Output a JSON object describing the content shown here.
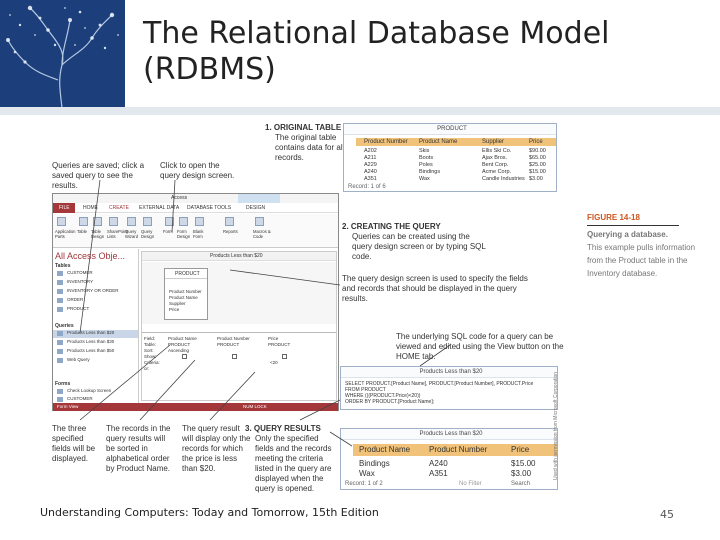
{
  "slide": {
    "title_line1": "The Relational Database Model",
    "title_line2": "(RDBMS)",
    "footer": "Understanding Computers: Today and Tomorrow, 15th Edition",
    "page_number": "45"
  },
  "figure_caption": {
    "number": "FIGURE 14-18",
    "heading": "Querying a database.",
    "body": "This example pulls information from the Product table in the Inventory database."
  },
  "annotations": {
    "step1_title": "1. ORIGINAL TABLE",
    "step1_text": "The original table contains data for all records.",
    "saved_queries": "Queries are saved; click a saved query to see the results.",
    "query_design": "Click to open the query design screen.",
    "step2_title": "2. CREATING THE QUERY",
    "step2_text": "Queries can be created using the query design screen or by typing SQL code.",
    "design_screen": "The query design screen is used to specify the fields and records that should be displayed in the query results.",
    "sql_note": "The underlying SQL code for a query can be viewed and edited using the View button on the HOME tab.",
    "three_fields": "The three specified fields will be displayed.",
    "alpha_sort": "The records in the query results will be sorted in alphabetical order by Product Name.",
    "price_filter": "The query result will display only the records for which the price is less than $20.",
    "step3_title": "3. QUERY RESULTS",
    "step3_text": "Only the specified fields and the records meeting the criteria listed in the query are displayed when the query is opened.",
    "vertical_credit": "Used with permission from Microsoft Corporation"
  },
  "product_table": {
    "title": "PRODUCT",
    "headers": [
      "Product Number",
      "Product Name",
      "Supplier",
      "Price"
    ],
    "rows": [
      [
        "A202",
        "Skis",
        "Ellis Ski Co.",
        "$90.00"
      ],
      [
        "A211",
        "Boots",
        "Ajax Bros.",
        "$65.00"
      ],
      [
        "A229",
        "Poles",
        "Bent Corp.",
        "$25.00"
      ],
      [
        "A240",
        "Bindings",
        "Acme Corp.",
        "$15.00"
      ],
      [
        "A351",
        "Wax",
        "Candle Industries",
        "$3.00"
      ]
    ],
    "record_nav": "Record: 1 of 6"
  },
  "access_window": {
    "app_title": "Access",
    "tabs": [
      "FILE",
      "HOME",
      "CREATE",
      "EXTERNAL DATA",
      "DATABASE TOOLS",
      "DESIGN"
    ],
    "ribbon_buttons": [
      "Application Parts",
      "Table",
      "Table Design",
      "SharePoint Lists",
      "Query Wizard",
      "Query Design",
      "Form",
      "Form Design",
      "Blank Form",
      "Reports",
      "Macros & Code"
    ],
    "nav_title": "All Access Obje...",
    "nav_sections": [
      "Tables",
      "Queries",
      "Forms"
    ],
    "nav_items": [
      "CUSTOMER",
      "INVENTORY",
      "INVENTORY OR ORDER",
      "ORDER",
      "PRODUCT",
      "Products Less than $20",
      "Products Less than $30",
      "Products Less than $50",
      "Web Query",
      "Check Lookup Screen",
      "CUSTOMER"
    ],
    "query_tab": "Products Less than $20",
    "table_box_title": "PRODUCT",
    "table_fields": [
      "Product Number",
      "Product Name",
      "Supplier",
      "Price"
    ],
    "grid_labels": [
      "Field:",
      "Table:",
      "Sort:",
      "Show:",
      "Criteria:",
      "or:"
    ],
    "grid_fields": [
      "Product Name",
      "Product Number",
      "Price"
    ],
    "grid_tables": [
      "PRODUCT",
      "PRODUCT",
      "PRODUCT"
    ],
    "grid_sort": "Ascending",
    "grid_criteria": "<20",
    "status_left": "Form View",
    "status_right": "NUM LOCK"
  },
  "sql_window": {
    "title": "Products Less than $20",
    "lines": [
      "SELECT PRODUCT.[Product Name], PRODUCT.[Product Number], PRODUCT.Price",
      "FROM PRODUCT",
      "WHERE (((PRODUCT.Price)<20))",
      "ORDER BY PRODUCT.[Product Name];"
    ]
  },
  "results_window": {
    "title": "Products Less than $20",
    "headers": [
      "Product Name",
      "Product Number",
      "Price"
    ],
    "rows": [
      [
        "Bindings",
        "A240",
        "$15.00"
      ],
      [
        "Wax",
        "A351",
        "$3.00"
      ]
    ],
    "record_nav": "Record: 1 of 2",
    "filter": "No Filter",
    "search": "Search"
  },
  "colors": {
    "corner_bg": "#1c3f7c",
    "caption_accent": "#d0541e",
    "access_red": "#a4373a",
    "table_header": "#f0c27a"
  }
}
